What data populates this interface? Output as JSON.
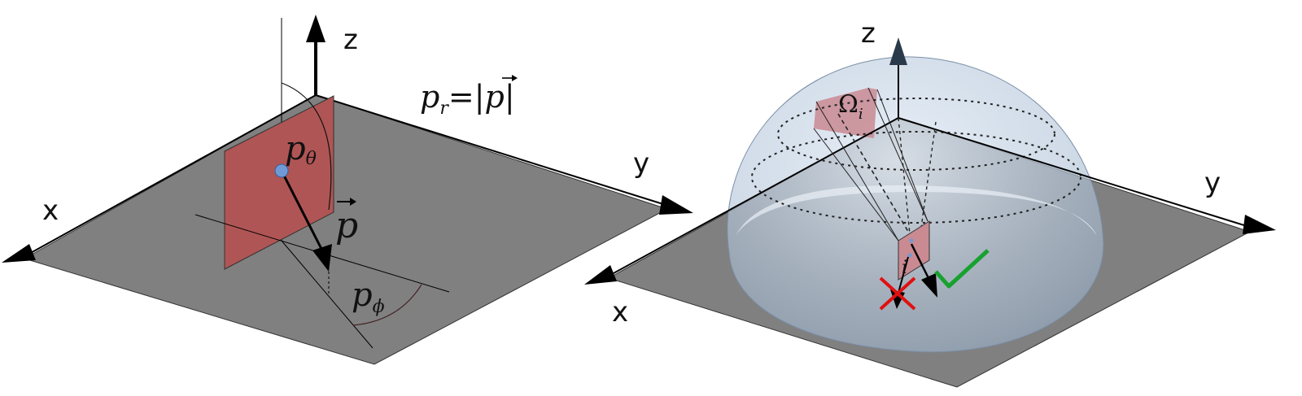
{
  "left_panel": {
    "axis_x": "x",
    "axis_y": "y",
    "axis_z": "z",
    "label_theta": {
      "base": "p",
      "sub": "θ"
    },
    "label_phi": {
      "base": "p",
      "sub": "ϕ"
    },
    "label_vector": "p",
    "equation": {
      "lhs_base": "p",
      "lhs_sub": "r",
      "eq": "=|",
      "vec": "p",
      "close": "|"
    }
  },
  "right_panel": {
    "axis_x": "x",
    "axis_y": "y",
    "axis_z": "z",
    "solid_angle": {
      "base": "Ω",
      "sub": "i"
    },
    "vector_label": "i",
    "accept_mark": "check-mark",
    "reject_mark": "x-mark"
  },
  "colors": {
    "plane": "#808080",
    "red_plane": "#b05555",
    "point": "#6f9ad6",
    "dome": "#c8d8ea",
    "cross": "#e01010",
    "check": "#17a12e"
  }
}
